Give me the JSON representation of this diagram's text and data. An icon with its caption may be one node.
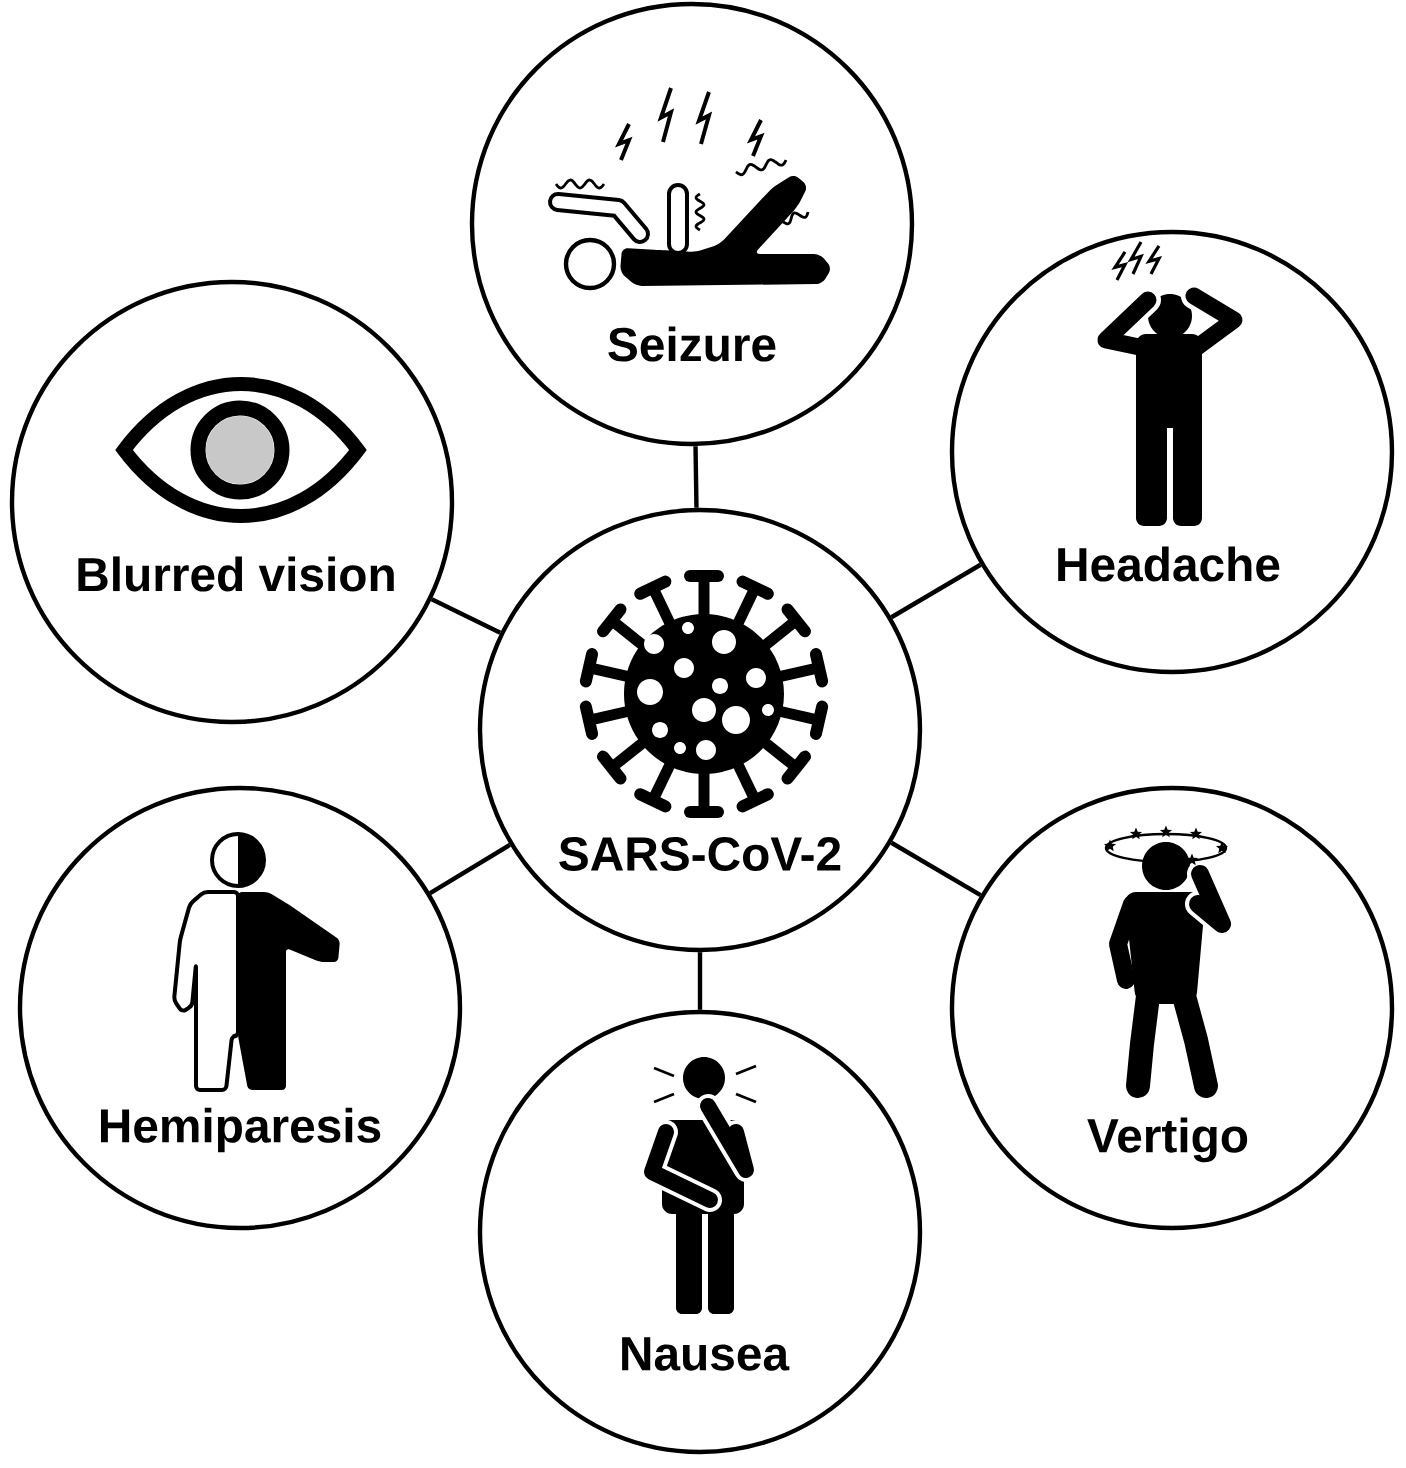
{
  "diagram": {
    "nodes": [
      {
        "text": [
          "Seizure"
        ]
      },
      {
        "text": [
          "Blurred vision"
        ]
      },
      {
        "text": [
          "Headache"
        ]
      },
      {
        "text": [
          "SARS-CoV-2"
        ]
      },
      {
        "text": [
          "Hemiparesis"
        ]
      },
      {
        "text": [
          "Vertigo"
        ]
      },
      {
        "text": [
          "Nausea"
        ]
      }
    ],
    "edges": [
      {
        "from": 3,
        "to": 0,
        "arrow": "none"
      },
      {
        "from": 3,
        "to": 1,
        "arrow": "none"
      },
      {
        "from": 3,
        "to": 2,
        "arrow": "none"
      },
      {
        "from": 3,
        "to": 4,
        "arrow": "none"
      },
      {
        "from": 3,
        "to": 5,
        "arrow": "none"
      },
      {
        "from": 3,
        "to": 6,
        "arrow": "none"
      }
    ]
  }
}
